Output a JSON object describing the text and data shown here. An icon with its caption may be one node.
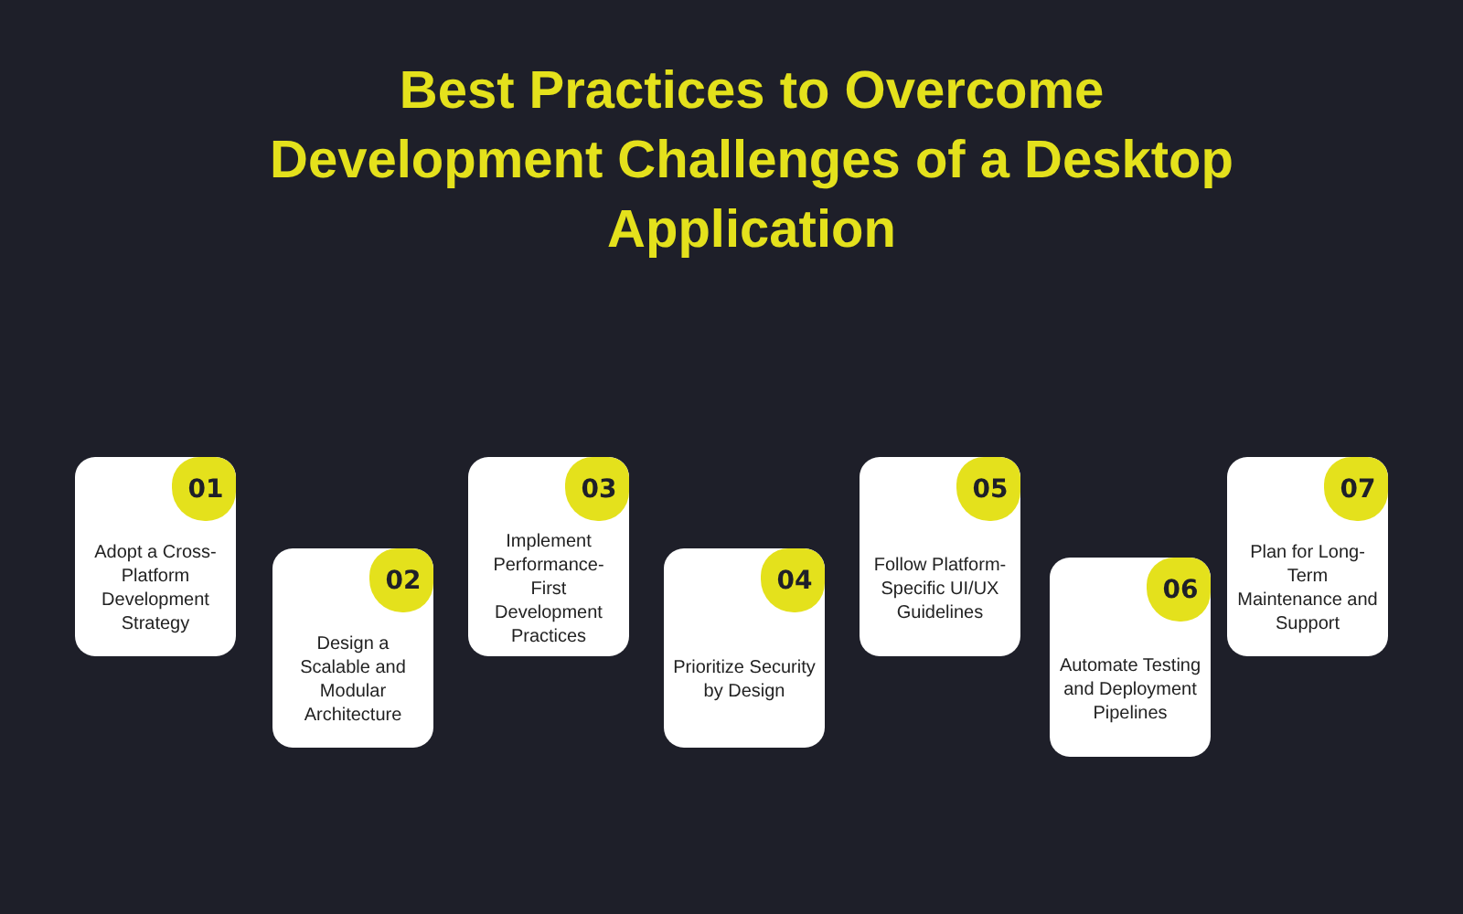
{
  "diagram": {
    "title": "Best Practices to Overcome Development Challenges of a Desktop Application",
    "nodes": [
      {
        "text": [
          "Adopt a Cross-Platform Development Strategy"
        ]
      },
      {
        "text": [
          "01"
        ],
        "in": 0
      },
      {
        "text": [
          "Design a Scalable and Modular Architecture"
        ]
      },
      {
        "text": [
          "02"
        ],
        "in": 2
      },
      {
        "text": [
          "Implement Performance-First Development Practices"
        ]
      },
      {
        "text": [
          "03"
        ],
        "in": 4
      },
      {
        "text": [
          "Prioritize Security by Design"
        ]
      },
      {
        "text": [
          "04"
        ],
        "in": 6
      },
      {
        "text": [
          "Follow Platform-Specific UI/UX Guidelines"
        ]
      },
      {
        "text": [
          "05"
        ],
        "in": 8
      },
      {
        "text": [
          "Automate Testing and Deployment Pipelines"
        ]
      },
      {
        "text": [
          "06"
        ],
        "in": 10
      },
      {
        "text": [
          "Plan for Long-Term Maintenance and Support"
        ]
      },
      {
        "text": [
          "07"
        ],
        "in": 12
      }
    ]
  }
}
